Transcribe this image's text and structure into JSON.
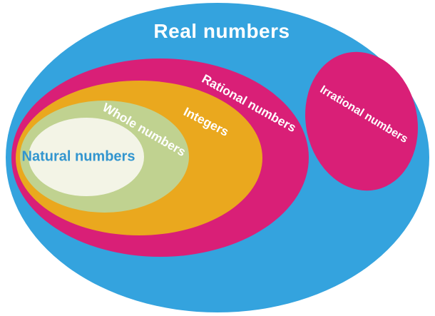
{
  "diagram": {
    "type": "euler-diagram",
    "subject": "real-number-system",
    "title": "Real numbers",
    "sets": [
      {
        "label": "Real numbers",
        "fill_color": "#34A3DE",
        "text_color": "#FFFFFF",
        "contains": [
          "Rational numbers",
          "Irrational numbers"
        ]
      },
      {
        "label": "Rational numbers",
        "fill_color": "#D91F77",
        "text_color": "#FFFFFF",
        "contains": [
          "Integers"
        ]
      },
      {
        "label": "Integers",
        "fill_color": "#EAA81E",
        "text_color": "#FFFFFF",
        "contains": [
          "Whole numbers"
        ]
      },
      {
        "label": "Whole numbers",
        "fill_color": "#C0D290",
        "text_color": "#FFFFFF",
        "contains": [
          "Natural numbers"
        ]
      },
      {
        "label": "Natural numbers",
        "fill_color": "#F3F4E6",
        "text_color": "#3295CF",
        "contains": []
      },
      {
        "label": "Irrational numbers",
        "fill_color": "#D91F77",
        "text_color": "#FFFFFF",
        "contains": []
      }
    ]
  },
  "colors": {
    "canvas": "#FFFFFF",
    "blue": "#34A3DE",
    "magenta": "#D91F77",
    "orange": "#EAA81E",
    "green": "#C0D290",
    "cream": "#F3F4E6",
    "natural_text": "#3295CF",
    "label_text": "#FFFFFF"
  }
}
